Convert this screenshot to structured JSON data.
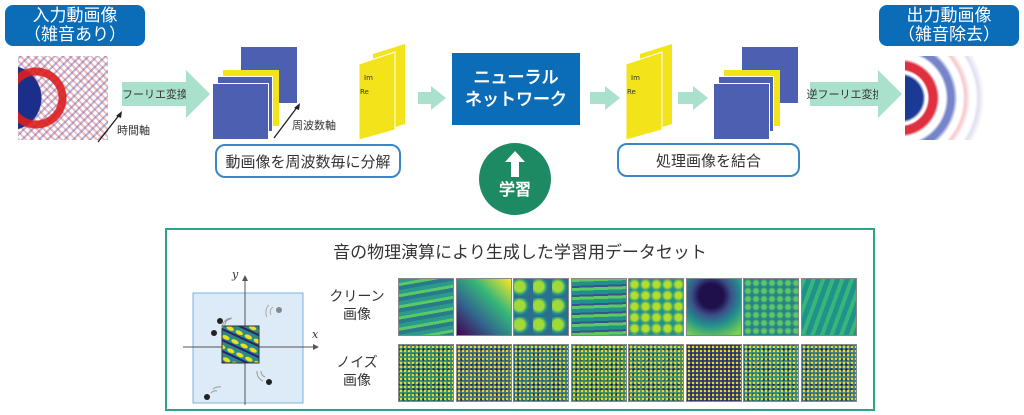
{
  "input": {
    "title_line1": "入力動画像",
    "title_line2": "（雑音あり）",
    "time_axis": "時間軸"
  },
  "fourier": {
    "label": "フーリエ変換",
    "freq_axis": "周波数軸",
    "decompose": "動画像を周波数毎に分解",
    "re_label": "Re",
    "im_label": "Im"
  },
  "network": {
    "line1": "ニューラル",
    "line2": "ネットワーク",
    "learning": "学習"
  },
  "combine": {
    "label": "処理画像を結合"
  },
  "inverse": {
    "label": "逆フーリエ変換"
  },
  "output": {
    "title_line1": "出力動画像",
    "title_line2": "（雑音除去）"
  },
  "dataset": {
    "title": "音の物理演算により生成した学習用データセット",
    "axis_x": "x",
    "axis_y": "y",
    "clean_label_1": "クリーン",
    "clean_label_2": "画像",
    "noise_label_1": "ノイズ",
    "noise_label_2": "画像",
    "tile_count": 8
  },
  "colors": {
    "brand_blue": "#0b6cb7",
    "mint": "#a9e1cd",
    "green": "#1e8a63",
    "panel_border": "#2aa58a",
    "slice_blue": "#4d5fb0",
    "slice_yellow": "#f2e31a"
  }
}
